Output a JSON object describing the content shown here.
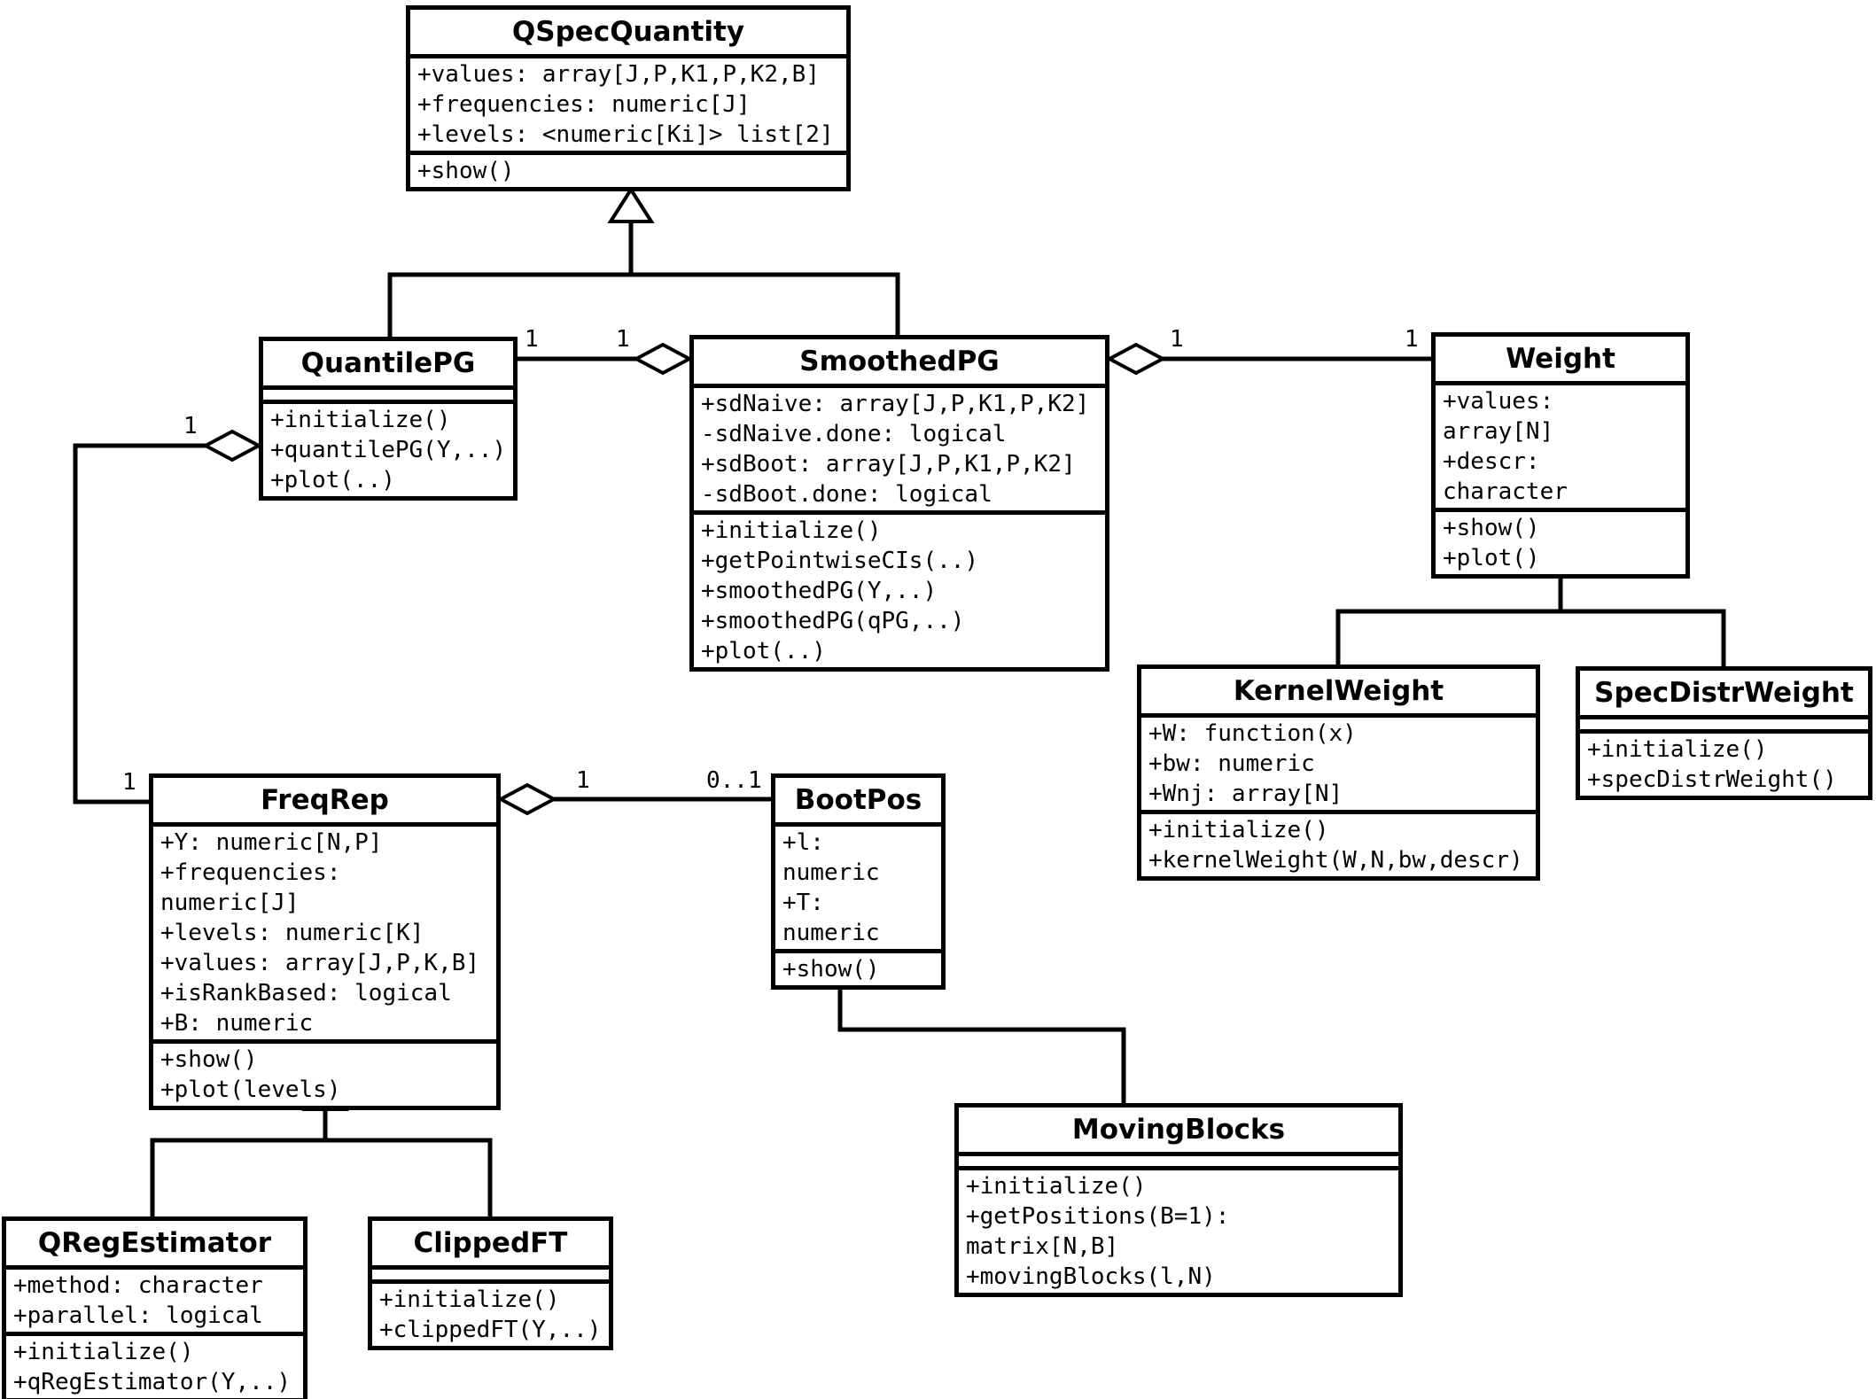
{
  "diagram": {
    "classes": {
      "qspecquantity": {
        "name": "QSpecQuantity",
        "attributes": [
          "+values: array[J,P,K1,P,K2,B]",
          "+frequencies: numeric[J]",
          "+levels: <numeric[Ki]> list[2]"
        ],
        "methods": [
          "+show()"
        ]
      },
      "quantilepg": {
        "name": "QuantilePG",
        "attributes": [],
        "methods": [
          "+initialize()",
          "+quantilePG(Y,..)",
          "+plot(..)"
        ]
      },
      "smoothedpg": {
        "name": "SmoothedPG",
        "attributes": [
          "+sdNaive: array[J,P,K1,P,K2]",
          "-sdNaive.done: logical",
          "+sdBoot: array[J,P,K1,P,K2]",
          "-sdBoot.done: logical"
        ],
        "methods": [
          "+initialize()",
          "+getPointwiseCIs(..)",
          "+smoothedPG(Y,..)",
          "+smoothedPG(qPG,..)",
          "+plot(..)"
        ]
      },
      "weight": {
        "name": "Weight",
        "attributes": [
          "+values: array[N]",
          "+descr: character"
        ],
        "methods": [
          "+show()",
          "+plot()"
        ]
      },
      "kernelweight": {
        "name": "KernelWeight",
        "attributes": [
          "+W: function(x)",
          "+bw: numeric",
          "+Wnj: array[N]"
        ],
        "methods": [
          "+initialize()",
          "+kernelWeight(W,N,bw,descr)"
        ]
      },
      "specdistrweight": {
        "name": "SpecDistrWeight",
        "attributes": [],
        "methods": [
          "+initialize()",
          "+specDistrWeight()"
        ]
      },
      "freqrep": {
        "name": "FreqRep",
        "attributes": [
          "+Y: numeric[N,P]",
          "+frequencies: numeric[J]",
          "+levels: numeric[K]",
          "+values: array[J,P,K,B]",
          "+isRankBased: logical",
          "+B: numeric"
        ],
        "methods": [
          "+show()",
          "+plot(levels)"
        ]
      },
      "bootpos": {
        "name": "BootPos",
        "attributes": [
          "+l: numeric",
          "+T: numeric"
        ],
        "methods": [
          "+show()"
        ]
      },
      "qregestimator": {
        "name": "QRegEstimator",
        "attributes": [
          "+method: character",
          "+parallel: logical"
        ],
        "methods": [
          "+initialize()",
          "+qRegEstimator(Y,..)"
        ]
      },
      "clippedft": {
        "name": "ClippedFT",
        "attributes": [],
        "methods": [
          "+initialize()",
          "+clippedFT(Y,..)"
        ]
      },
      "movingblocks": {
        "name": "MovingBlocks",
        "attributes": [],
        "methods": [
          "+initialize()",
          "+getPositions(B=1): matrix[N,B]",
          "+movingBlocks(l,N)"
        ]
      }
    },
    "multiplicities": [
      "1",
      "1",
      "1",
      "1",
      "1",
      "1",
      "1",
      "0..1"
    ],
    "relationships": [
      {
        "type": "generalization",
        "from": "QuantilePG",
        "to": "QSpecQuantity"
      },
      {
        "type": "generalization",
        "from": "SmoothedPG",
        "to": "QSpecQuantity"
      },
      {
        "type": "generalization",
        "from": "KernelWeight",
        "to": "Weight"
      },
      {
        "type": "generalization",
        "from": "SpecDistrWeight",
        "to": "Weight"
      },
      {
        "type": "generalization",
        "from": "QRegEstimator",
        "to": "FreqRep"
      },
      {
        "type": "generalization",
        "from": "ClippedFT",
        "to": "FreqRep"
      },
      {
        "type": "generalization",
        "from": "MovingBlocks",
        "to": "BootPos"
      },
      {
        "type": "aggregation",
        "whole": "SmoothedPG",
        "part": "QuantilePG",
        "part_multiplicity": "1",
        "whole_multiplicity": "1"
      },
      {
        "type": "aggregation",
        "whole": "SmoothedPG",
        "part": "Weight",
        "part_multiplicity": "1",
        "whole_multiplicity": "1"
      },
      {
        "type": "aggregation",
        "whole": "QuantilePG",
        "part": "FreqRep",
        "part_multiplicity": "1",
        "whole_multiplicity": "1"
      },
      {
        "type": "aggregation",
        "whole": "FreqRep",
        "part": "BootPos",
        "part_multiplicity": "0..1",
        "whole_multiplicity": "1"
      }
    ],
    "colors": {
      "ink": "#000000",
      "background": "#ffffff"
    }
  }
}
